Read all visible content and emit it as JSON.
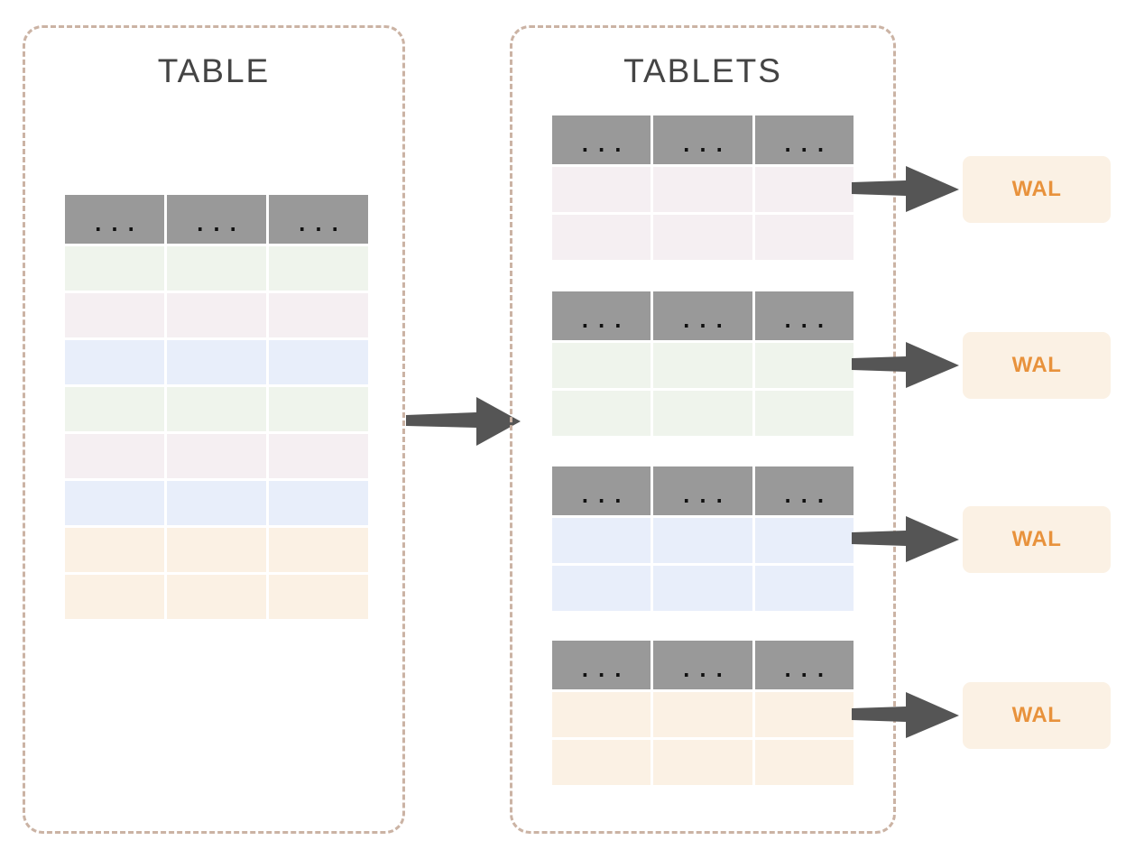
{
  "diagram": {
    "title": "Table partitioned into tablets each with a WAL",
    "background": "#ffffff",
    "palette": {
      "panel_border": "#cbb3a4",
      "header_gray": "#999999",
      "arrow_gray": "#555555",
      "title_text": "#444444",
      "wal_bg": "#fbf1e4",
      "wal_text": "#e8923c",
      "row_green": "#eff4ec",
      "row_pink": "#f5eff2",
      "row_blue": "#e8eefa",
      "row_orange": "#fbf1e4"
    }
  },
  "panels": [
    {
      "id": "table-panel",
      "label": "TABLE"
    },
    {
      "id": "tablets-panel",
      "label": "TABLETS"
    }
  ],
  "source_table": {
    "label": "TABLE",
    "header_cells": [
      "...",
      "...",
      "..."
    ],
    "column_count": 3,
    "rows": [
      {
        "index": 0,
        "color": "green",
        "cells": [
          "",
          "",
          ""
        ]
      },
      {
        "index": 1,
        "color": "pink",
        "cells": [
          "",
          "",
          ""
        ]
      },
      {
        "index": 2,
        "color": "blue",
        "cells": [
          "",
          "",
          ""
        ]
      },
      {
        "index": 3,
        "color": "green",
        "cells": [
          "",
          "",
          ""
        ]
      },
      {
        "index": 4,
        "color": "pink",
        "cells": [
          "",
          "",
          ""
        ]
      },
      {
        "index": 5,
        "color": "blue",
        "cells": [
          "",
          "",
          ""
        ]
      },
      {
        "index": 6,
        "color": "orange",
        "cells": [
          "",
          "",
          ""
        ]
      },
      {
        "index": 7,
        "color": "orange",
        "cells": [
          "",
          "",
          ""
        ]
      }
    ]
  },
  "tablets": [
    {
      "index": 0,
      "color": "pink",
      "header_cells": [
        "...",
        "...",
        "..."
      ],
      "row_count": 2,
      "wal": {
        "label": "WAL"
      }
    },
    {
      "index": 1,
      "color": "green",
      "header_cells": [
        "...",
        "...",
        "..."
      ],
      "row_count": 2,
      "wal": {
        "label": "WAL"
      }
    },
    {
      "index": 2,
      "color": "blue",
      "header_cells": [
        "...",
        "...",
        "..."
      ],
      "row_count": 2,
      "wal": {
        "label": "WAL"
      }
    },
    {
      "index": 3,
      "color": "orange",
      "header_cells": [
        "...",
        "...",
        "..."
      ],
      "row_count": 2,
      "wal": {
        "label": "WAL"
      }
    }
  ],
  "arrows": {
    "split_arrow": {
      "name": "table-to-tablets-arrow",
      "direction": "right"
    },
    "wal_arrows": [
      {
        "name": "tablet-0-to-wal-arrow",
        "direction": "right"
      },
      {
        "name": "tablet-1-to-wal-arrow",
        "direction": "right"
      },
      {
        "name": "tablet-2-to-wal-arrow",
        "direction": "right"
      },
      {
        "name": "tablet-3-to-wal-arrow",
        "direction": "right"
      }
    ]
  }
}
